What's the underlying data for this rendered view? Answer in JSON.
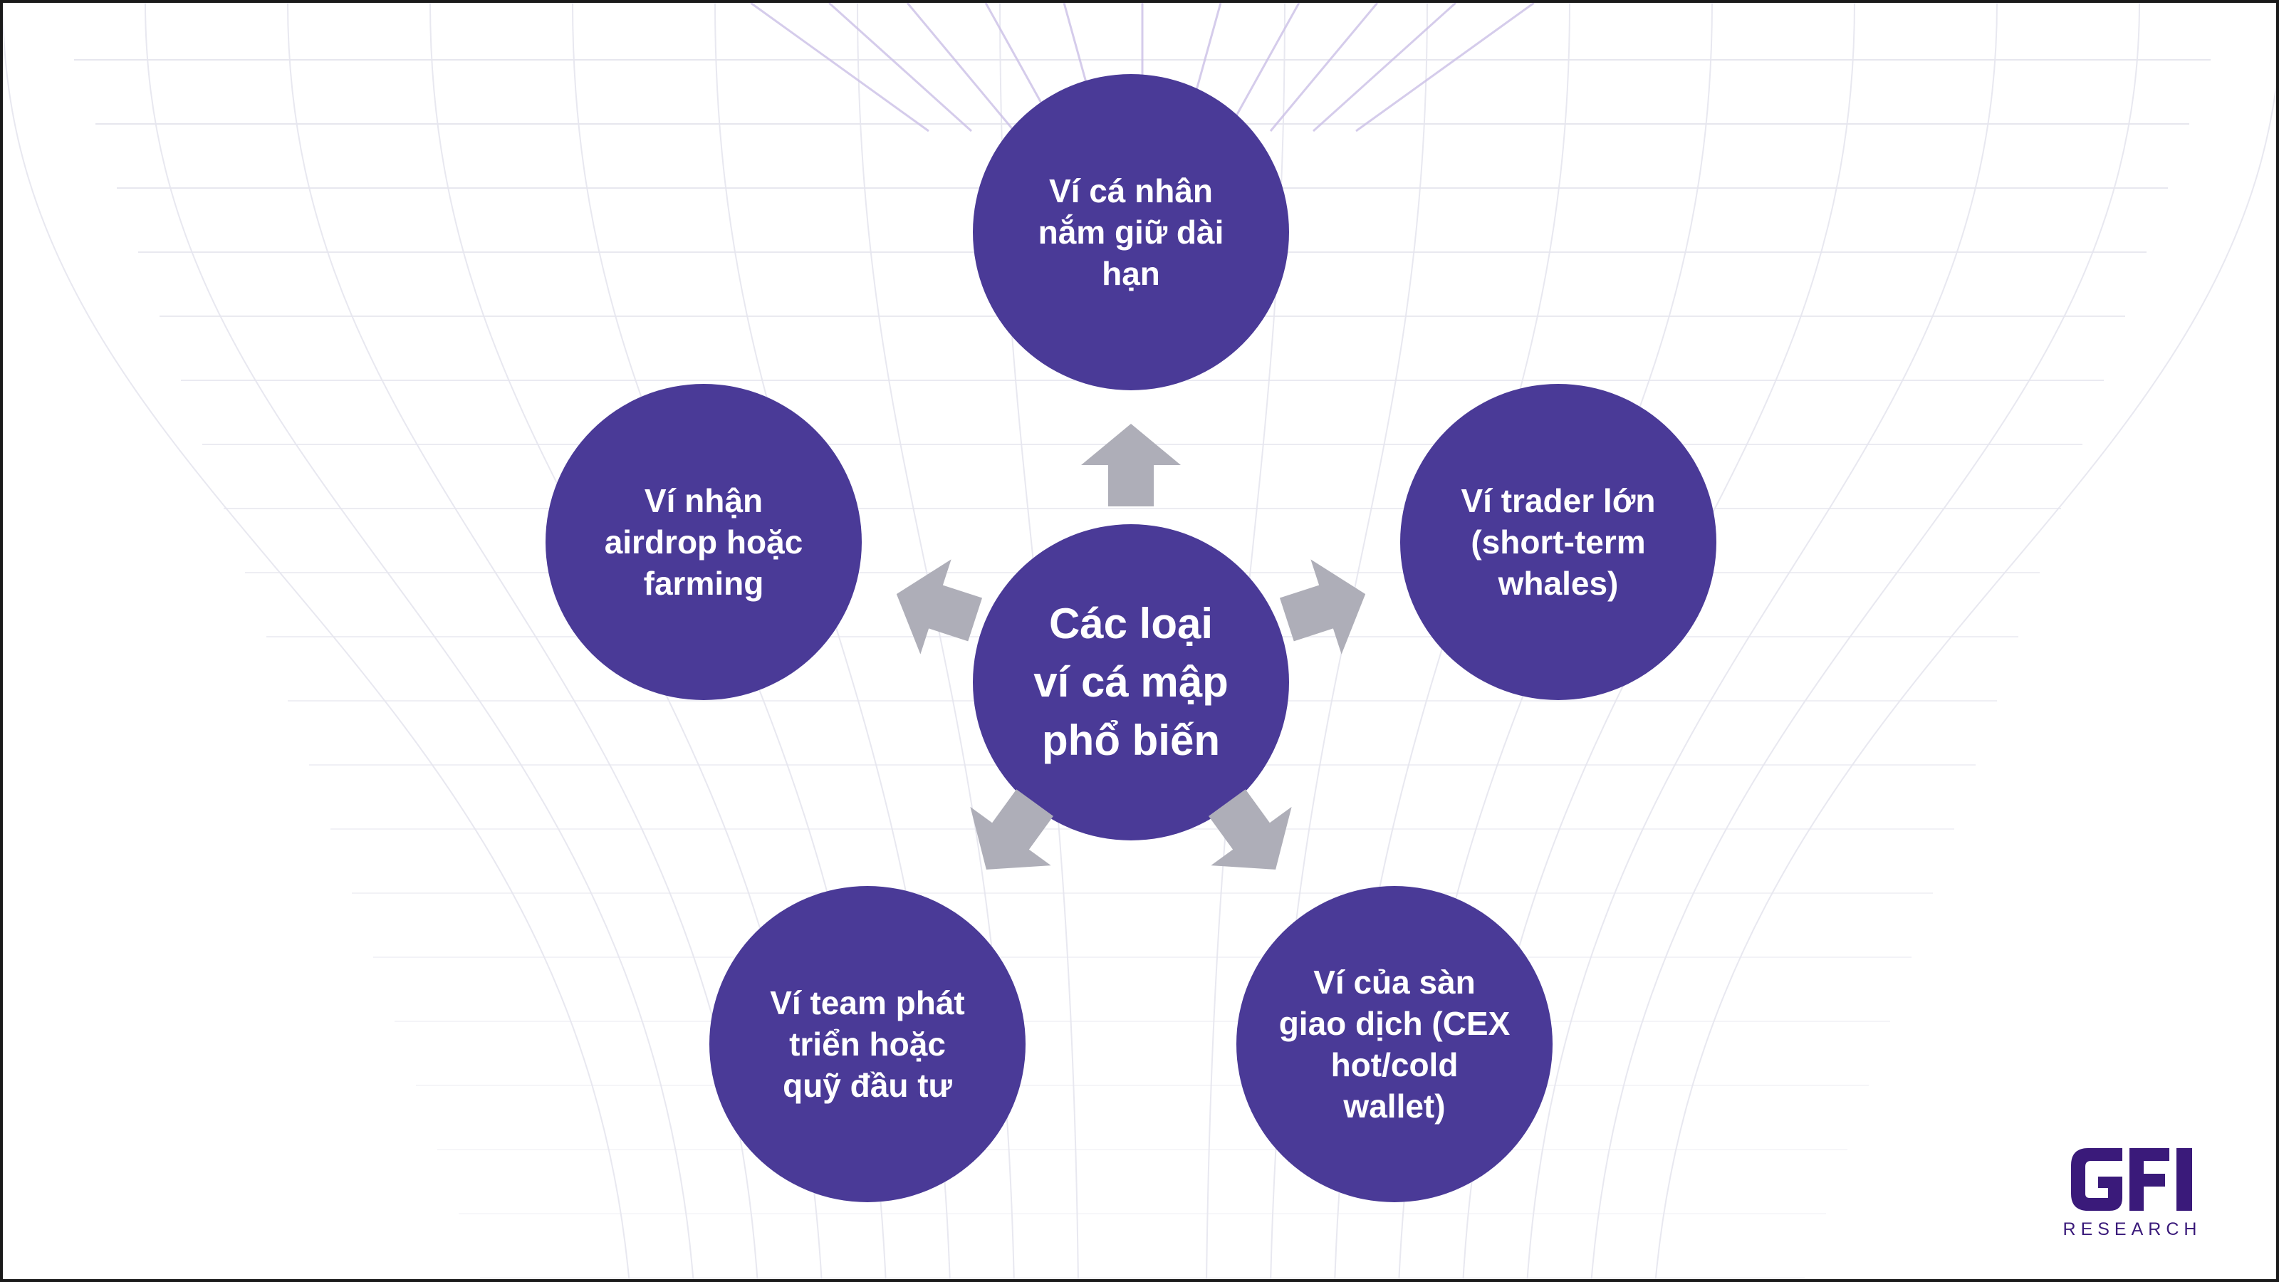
{
  "colors": {
    "node_fill": "#4a3a97",
    "node_text": "#ffffff",
    "arrow_fill": "#aeaeb8",
    "logo_color": "#3a1a7a",
    "grid_line": "#e6e6ee",
    "grid_accent": "#cbbfe6"
  },
  "diagram": {
    "center": {
      "label": "Các loại\nví cá mập\nphổ biến"
    },
    "nodes": [
      {
        "label": "Ví cá nhân\nnắm giữ dài\nhạn"
      },
      {
        "label": "Ví trader lớn\n(short-term\nwhales)"
      },
      {
        "label": "Ví của sàn\ngiao dịch (CEX\nhot/cold\nwallet)"
      },
      {
        "label": "Ví team phát\ntriển hoặc\nquỹ đầu tư"
      },
      {
        "label": "Ví nhận\nairdrop hoặc\nfarming"
      }
    ],
    "arrows": [
      {
        "icon": "arrow-up-icon"
      },
      {
        "icon": "arrow-right-icon"
      },
      {
        "icon": "arrow-down-right-icon"
      },
      {
        "icon": "arrow-down-left-icon"
      },
      {
        "icon": "arrow-left-icon"
      }
    ]
  },
  "logo": {
    "mark": "GFI",
    "subtitle": "RESEARCH"
  }
}
